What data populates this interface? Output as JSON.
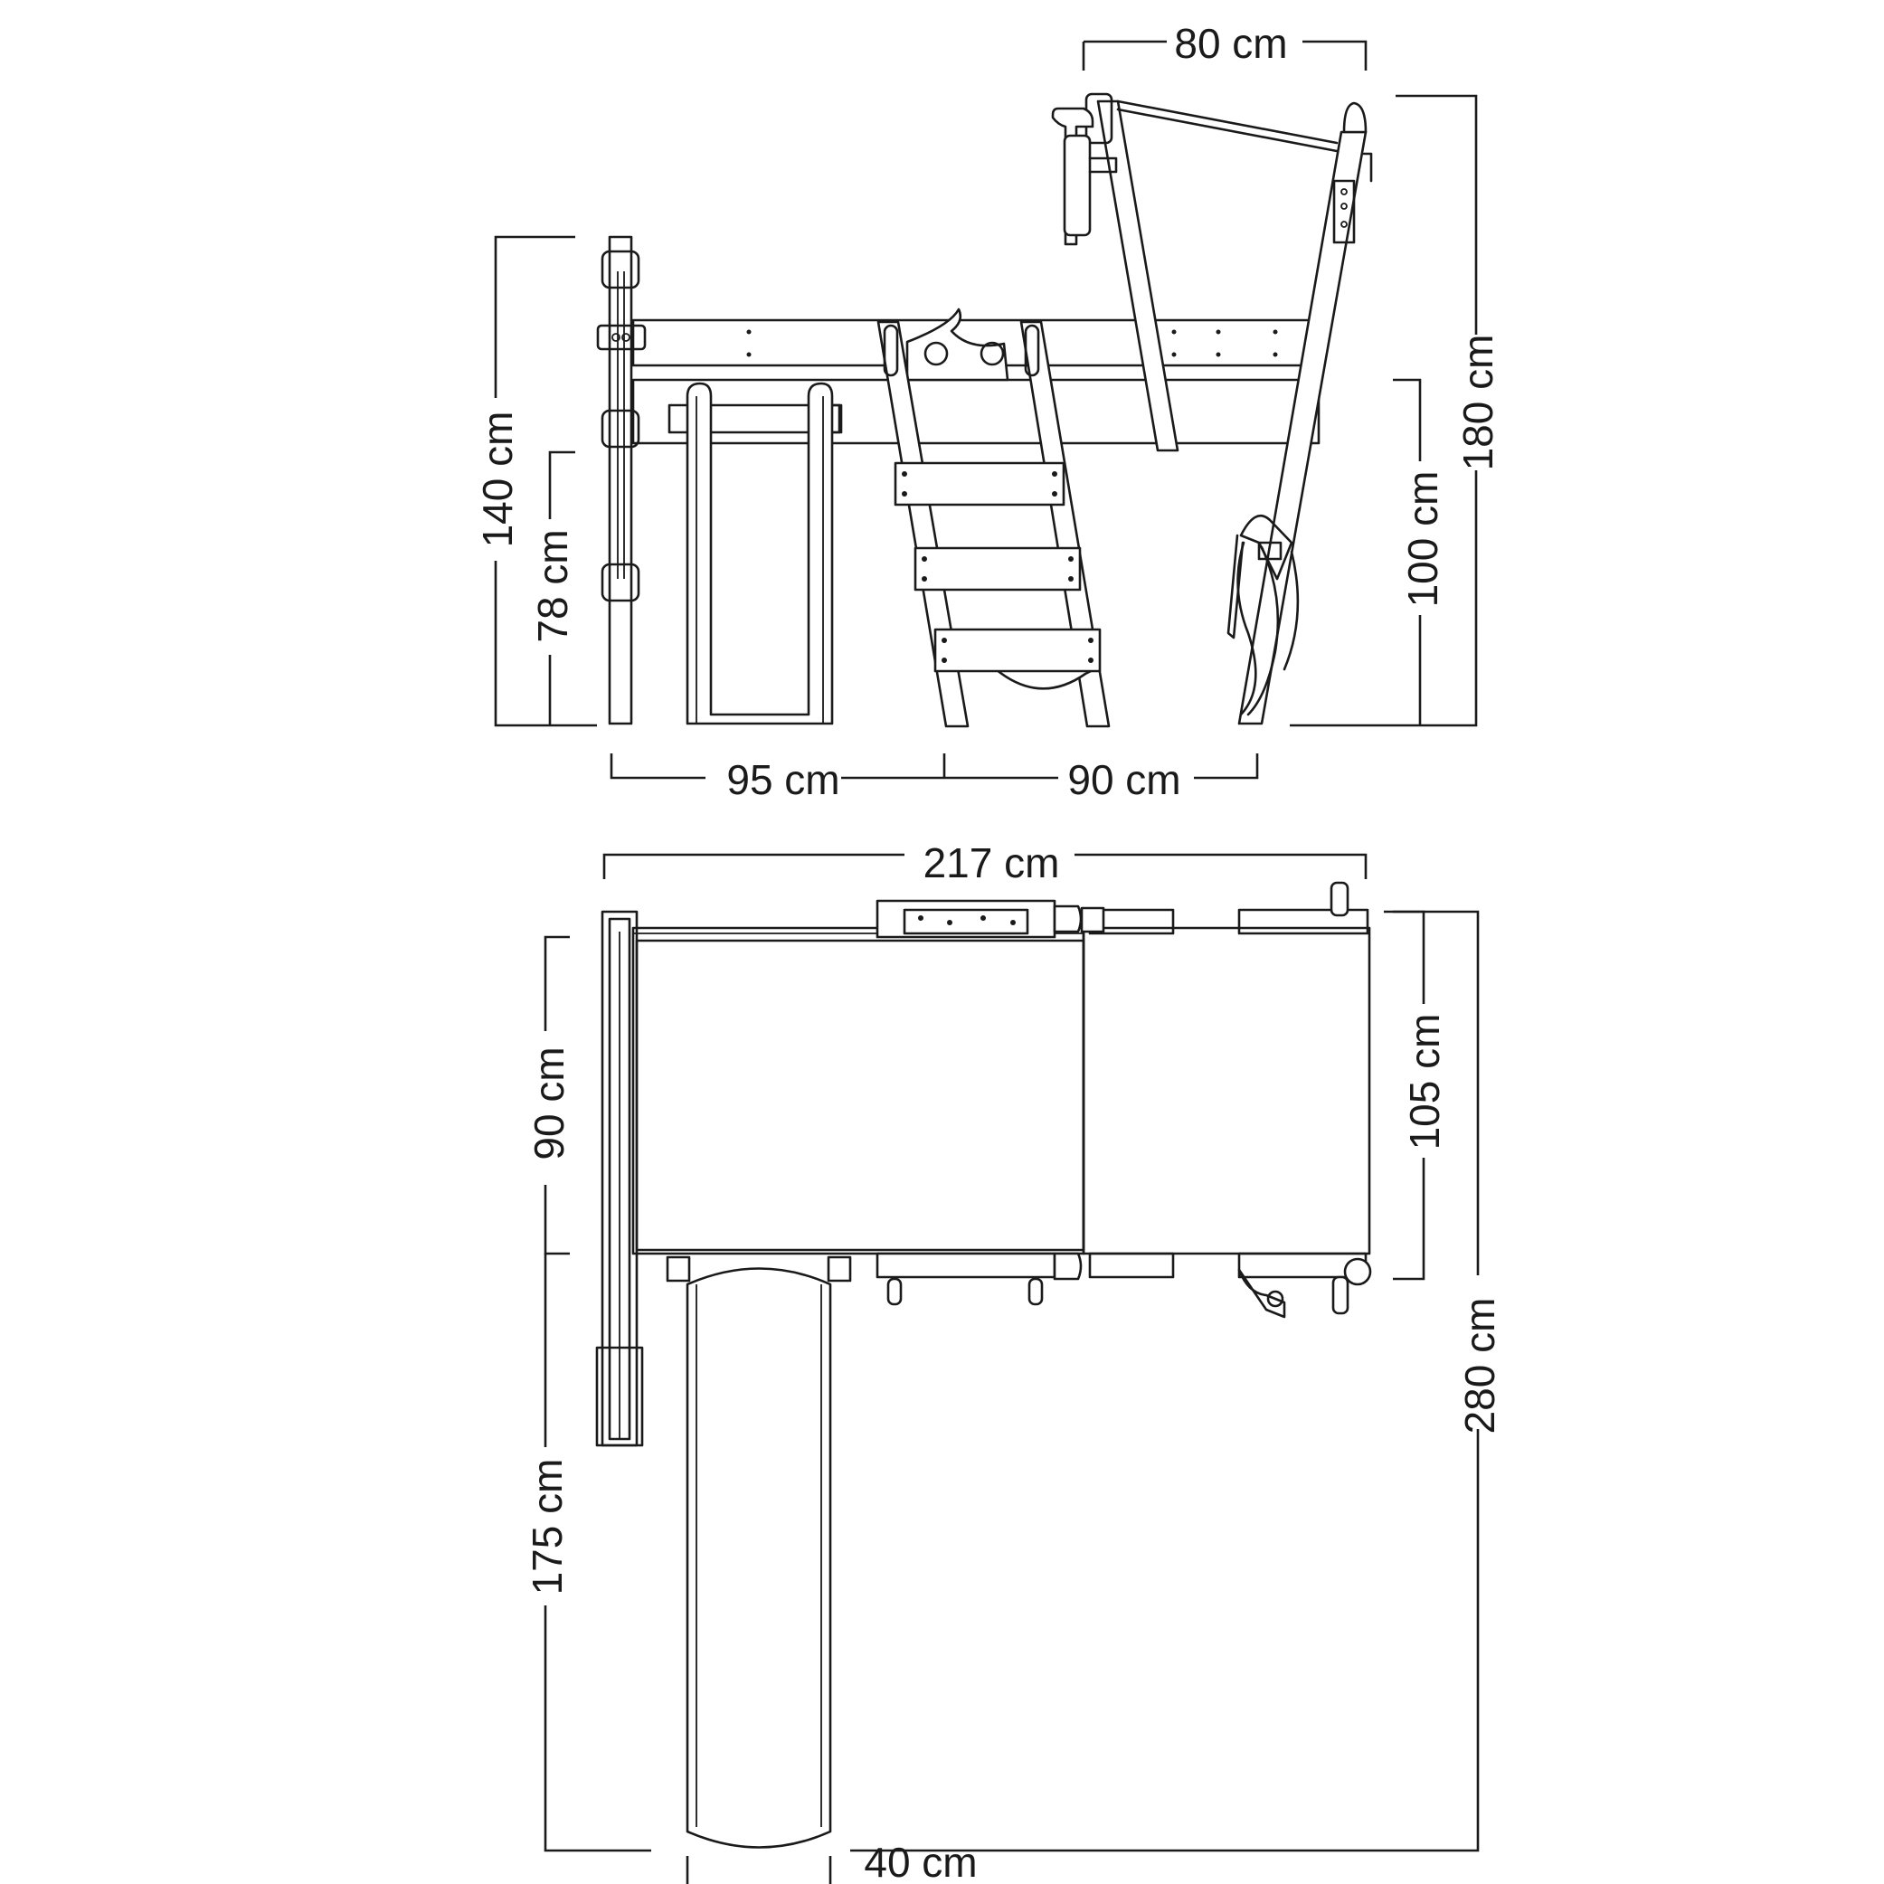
{
  "side_view": {
    "dimensions": {
      "top_width": "80 cm",
      "total_height": "180 cm",
      "deck_height": "100 cm",
      "frame_height": "140 cm",
      "slide_height": "78 cm",
      "left_span": "95 cm",
      "right_span": "90 cm"
    }
  },
  "top_view": {
    "dimensions": {
      "total_length": "217 cm",
      "deck_depth": "90 cm",
      "width_right": "105 cm",
      "total_depth": "280 cm",
      "slide_length": "175 cm",
      "slide_width": "40 cm"
    }
  }
}
